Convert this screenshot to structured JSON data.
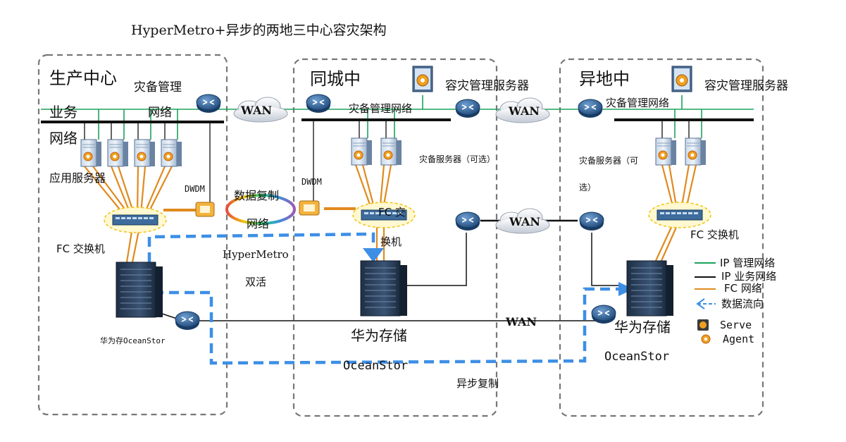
{
  "title": "HyperMetro+异步的两地三中心容灾架构",
  "sites": {
    "production": {
      "name": "生产中心",
      "mgmt_label_1": "灾备管理",
      "mgmt_label_2": "网络",
      "business_label_1": "业务",
      "business_label_2": "网络",
      "app_servers_label": "应用服务器",
      "fc_switch_label": "FC 交换机",
      "storage_label": "华为存OceanStor"
    },
    "same_city": {
      "name": "同城中",
      "mgmt_server_label": "容灾管理服务器",
      "mgmt_network_label": "灾备管理网络",
      "standby_servers_label": "灾备服务器（可选）",
      "fc_switch_label_1": "FC 交",
      "fc_switch_label_2": "换机",
      "storage_label_1": "华为存储",
      "storage_label_2": "OceanStor"
    },
    "remote": {
      "name": "异地中",
      "mgmt_server_label": "容灾管理服务器",
      "mgmt_network_label": "灾备管理网络",
      "standby_servers_label_1": "灾备服务器（可",
      "standby_servers_label_2": "选）",
      "fc_switch_label": "FC 交换机",
      "storage_label_1": "华为存储",
      "storage_label_2": "OceanStor"
    }
  },
  "links": {
    "wan_top_1": "WAN",
    "wan_top_2": "WAN",
    "wan_mid": "WAN",
    "wan_bottom": "WAN",
    "dwdm_left": "DWDM",
    "dwdm_right": "DWDM",
    "replication_net_1": "数据复制",
    "replication_net_2": "网络",
    "hypermetro_1": "HyperMetro",
    "hypermetro_2": "双活",
    "async_replication": "异步复制"
  },
  "legend": {
    "ip_mgmt": "IP 管理网络",
    "ip_business": "IP 业务网络",
    "fc_network": "FC 网络",
    "data_flow": "数据流向",
    "server": "Serve",
    "agent": "Agent"
  },
  "colors": {
    "mgmt_green": "#1aa35a",
    "fc_orange": "#e08a1e",
    "flow_blue": "#3d8fe6",
    "border_gray": "#777777",
    "router_blue": "#2c5c8f"
  },
  "icons": [
    "router-icon",
    "server-icon",
    "storage-icon",
    "cloud-icon",
    "dwdm-icon",
    "management-server-icon",
    "agent-icon"
  ]
}
